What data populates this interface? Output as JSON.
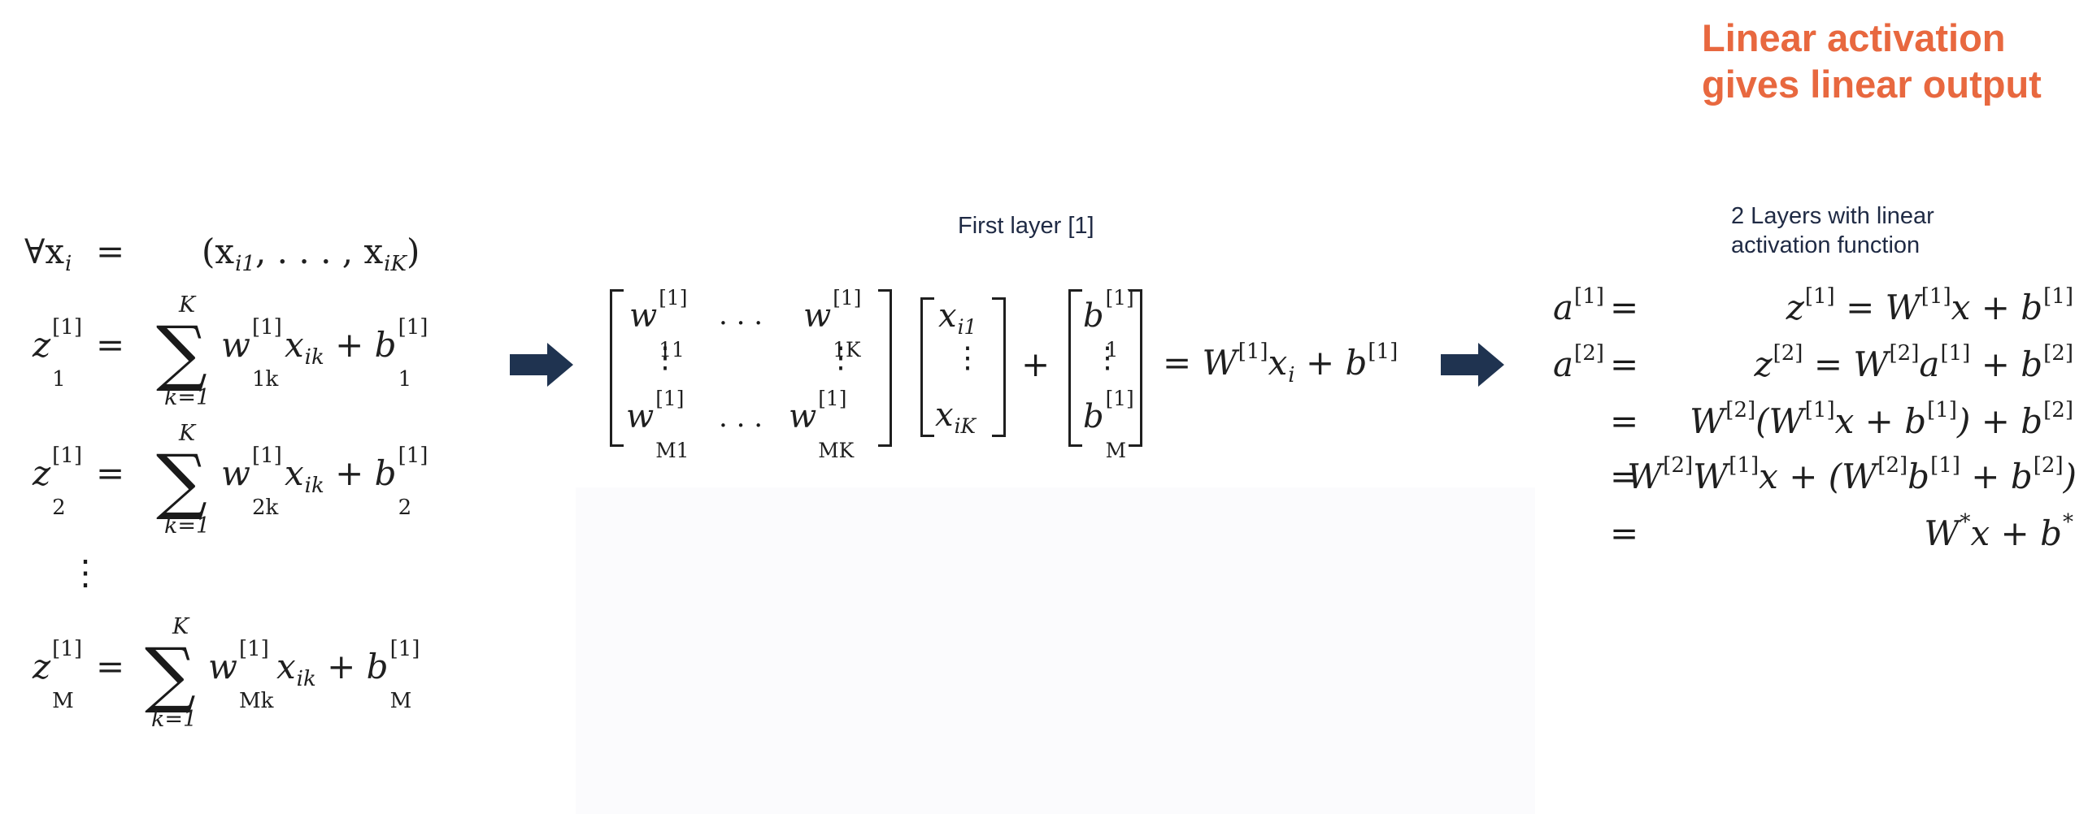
{
  "headline": "Linear activation gives linear output",
  "first_layer_caption": "First layer [1]",
  "two_layer_caption": "2 Layers with linear activation function",
  "left_block": {
    "row_forall": {
      "lhs": "∀x",
      "lhs_sub": "i",
      "eq": "=",
      "rhs": "(x",
      "rhs_sub1": "i1",
      "rhs_mid": ", . . . , x",
      "rhs_sub2": "iK",
      "rhs_end": ")"
    },
    "sum_upper": "K",
    "sum_lower": "k=1",
    "sigma": "∑",
    "row1": {
      "z": "z",
      "sub": "1",
      "sup": "[1]",
      "w_sub": "1k",
      "b_sub": "1"
    },
    "row2": {
      "z": "z",
      "sub": "2",
      "sup": "[1]",
      "w_sub": "2k",
      "b_sub": "2"
    },
    "vdots": "⋮",
    "rowM": {
      "z": "z",
      "sub": "M",
      "sup": "[1]",
      "w_sub": "Mk",
      "b_sub": "M"
    },
    "term_w": "w",
    "term_x": "x",
    "term_x_sub": "ik",
    "plus": "+",
    "b": "b",
    "eq": "="
  },
  "matrix_block": {
    "w11": "w",
    "w11_sub": "11",
    "w1K": "w",
    "w1K_sub": "1K",
    "wM1": "w",
    "wM1_sub": "M1",
    "wMK": "w",
    "wMK_sub": "MK",
    "sup": "[1]",
    "hdots": ". . .",
    "vdots": "⋮",
    "x_top": "x",
    "x_top_sub": "i1",
    "x_bot": "x",
    "x_bot_sub": "iK",
    "plus": "+",
    "b_top": "b",
    "b_top_sub": "1",
    "b_bot": "b",
    "b_bot_sub": "M",
    "result": "= W",
    "result_x": "x",
    "result_x_sub": "i",
    "result_plus": "+ b"
  },
  "right_block": {
    "a1": "a",
    "a1_sup": "[1]",
    "a2": "a",
    "a2_sup": "[2]",
    "eq": "=",
    "r1": "z",
    "r1_sup": "[1]",
    "r1_rest": "= W",
    "r1_x": "x + b",
    "r2": "z",
    "r2_sup": "[2]",
    "r2_rest": "= W",
    "r2_a": "a",
    "r2_plus": "+ b",
    "r3_a": "W",
    "r3_b": "(W",
    "r3_c": "x + b",
    "r3_d": ") + b",
    "r4_a": "W",
    "r4_b": "W",
    "r4_c": "x + (W",
    "r4_d": "b",
    "r4_e": "+ b",
    "r4_f": ")",
    "r5": "W",
    "r5_star": "*",
    "r5_mid": "x + b",
    "r5_star2": "*",
    "sup1": "[1]",
    "sup2": "[2]"
  },
  "colors": {
    "headline": "#e8683f",
    "caption": "#1f2a44",
    "arrow": "#1f3350"
  },
  "icons": [
    "right-arrow-icon",
    "right-arrow-icon"
  ]
}
